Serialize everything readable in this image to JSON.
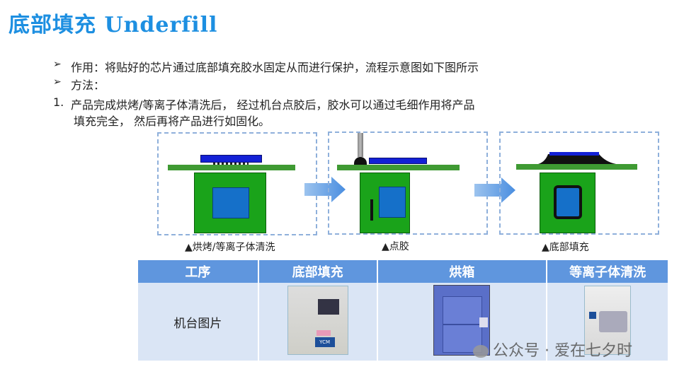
{
  "title": {
    "zh": "底部填充",
    "en": "Underfill"
  },
  "bullets": [
    {
      "marker": "➢",
      "text": "作用：将贴好的芯片通过底部填充胶水固定从而进行保护，流程示意图如下图所示"
    },
    {
      "marker": "➢",
      "text": "方法："
    },
    {
      "marker": "1.",
      "text": "产品完成烘烤/等离子体清洗后， 经过机台点胶后，胶水可以通过毛细作用将产品"
    },
    {
      "marker": "",
      "text": "填充完全， 然后再将产品进行如固化。"
    }
  ],
  "diagram": {
    "captions": [
      "▲烘烤/等离子体清洗",
      "▲点胶",
      "▲底部填充"
    ]
  },
  "table": {
    "headers": [
      "工序",
      "底部填充",
      "烘箱",
      "等离子体清洗"
    ],
    "row_label": "机台图片",
    "photo_labels": [
      "YCM"
    ]
  },
  "watermark": "公众号 · 爱在七夕时"
}
